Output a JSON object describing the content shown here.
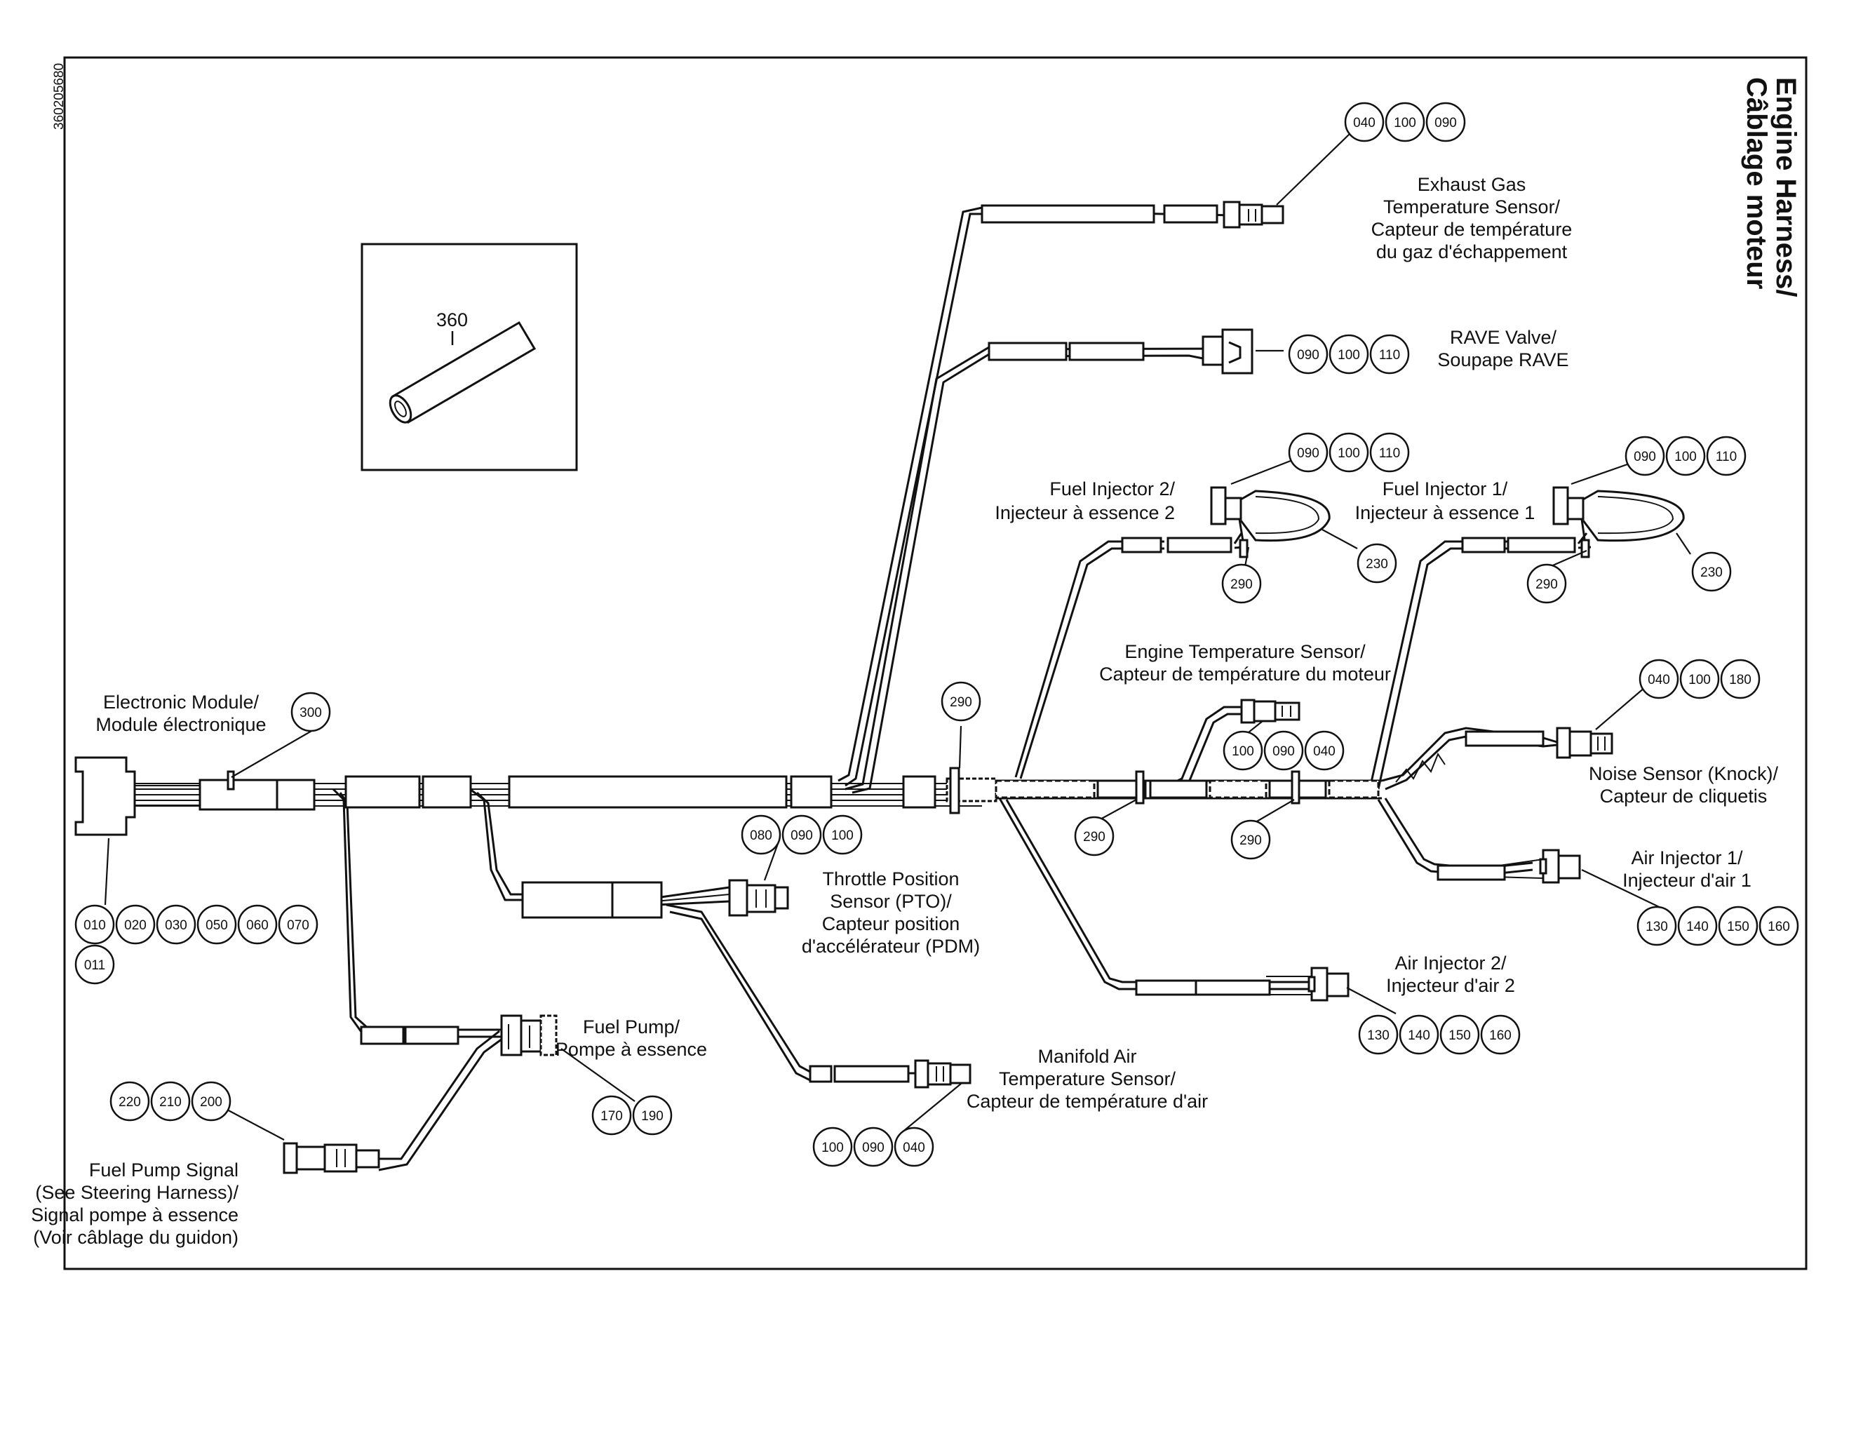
{
  "title": {
    "line1": "Engine Harness/",
    "line2": "Câblage moteur"
  },
  "figure_code": "360205680",
  "inset": {
    "part_number": "360"
  },
  "components": {
    "exhaust_gas": [
      "Exhaust Gas",
      "Temperature Sensor/",
      "Capteur de température",
      "du gaz d'échappement"
    ],
    "rave_valve": [
      "RAVE Valve/",
      "Soupape RAVE"
    ],
    "fuel_injector_2": [
      "Fuel Injector 2/",
      "Injecteur à essence 2"
    ],
    "fuel_injector_1": [
      "Fuel Injector 1/",
      "Injecteur à essence 1"
    ],
    "engine_temp": [
      "Engine Temperature Sensor/",
      "Capteur de température du moteur"
    ],
    "electronic_module": [
      "Electronic Module/",
      "Module électronique"
    ],
    "noise_sensor": [
      "Noise Sensor (Knock)/",
      "Capteur de cliquetis"
    ],
    "air_injector_1": [
      "Air Injector 1/",
      "Injecteur d'air 1"
    ],
    "throttle_position": [
      "Throttle Position",
      "Sensor (PTO)/",
      "Capteur position",
      "d'accélérateur (PDM)"
    ],
    "air_injector_2": [
      "Air Injector 2/",
      "Injecteur d'air 2"
    ],
    "fuel_pump": [
      "Fuel Pump/",
      "Pompe à essence"
    ],
    "manifold_air": [
      "Manifold Air",
      "Temperature Sensor/",
      "Capteur de température d'air"
    ],
    "fuel_pump_signal": [
      "Fuel Pump Signal",
      "(See Steering Harness)/",
      "Signal pompe à essence",
      "(Voir câblage du guidon)"
    ]
  },
  "callouts": {
    "exhaust_gas": [
      "040",
      "100",
      "090"
    ],
    "rave_valve": [
      "090",
      "100",
      "110"
    ],
    "fuel_injector_2": [
      "090",
      "100",
      "110"
    ],
    "fuel_injector_1": [
      "090",
      "100",
      "110"
    ],
    "fi2_clip": [
      "290"
    ],
    "fi2_hose": [
      "230"
    ],
    "fi1_clip": [
      "290"
    ],
    "fi1_hose": [
      "230"
    ],
    "module_clip": [
      "300"
    ],
    "trunk_clip": [
      "290"
    ],
    "engine_temp": [
      "100",
      "090",
      "040"
    ],
    "trunk_clip_2": [
      "290"
    ],
    "trunk_clip_3": [
      "290"
    ],
    "noise_sensor": [
      "040",
      "100",
      "180"
    ],
    "module_row1": [
      "010",
      "020",
      "030",
      "050",
      "060",
      "070"
    ],
    "module_row2": [
      "011"
    ],
    "throttle_position": [
      "080",
      "090",
      "100"
    ],
    "air_injector_1": [
      "130",
      "140",
      "150",
      "160"
    ],
    "air_injector_2": [
      "130",
      "140",
      "150",
      "160"
    ],
    "fuel_pump": [
      "170",
      "190"
    ],
    "fuel_pump_signal": [
      "220",
      "210",
      "200"
    ],
    "manifold_air": [
      "100",
      "090",
      "040"
    ]
  }
}
